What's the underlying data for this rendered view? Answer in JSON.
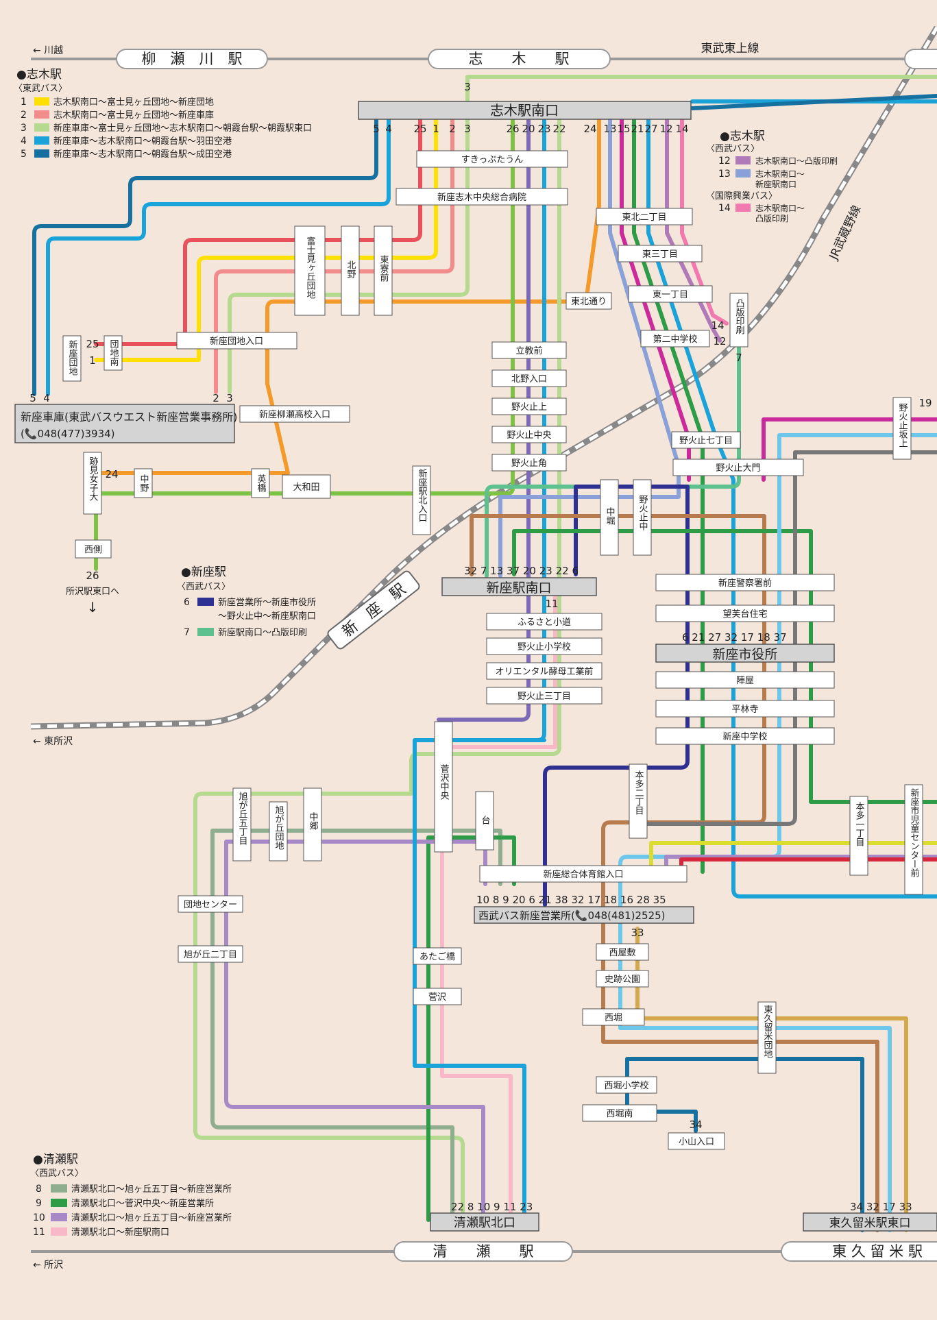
{
  "stations": {
    "yanasegawa": "柳　瀬　川　駅",
    "shiki": "志　　木　　駅",
    "kiyose": "清　　瀬　　駅",
    "higashikurume": "東 久 留 米 駅",
    "niiza": "新　座　駅"
  },
  "lines": {
    "tobu_tojo": "東武東上線",
    "jr_musashino": "JR武蔵野線"
  },
  "directions": {
    "kawagoe": "← 川越",
    "higashitokorozawa": "← 東所沢",
    "tokorozawa": "← 所沢",
    "tokorozawa_east": "所沢駅東口へ",
    "arrow_down": "↓"
  },
  "terminals": {
    "shiki_south": "志木駅南口",
    "niiza_south": "新座駅南口",
    "niiza_city_hall": "新座市役所",
    "niiza_garage": "新座車庫(東武バスウエスト新座営業事務所)",
    "niiza_garage_tel": "(📞048(477)3934)",
    "seibu_office": "西武バス新座営業所(📞048(481)2525)",
    "kiyose_north": "清瀬駅北口",
    "higashikurume_east": "東久留米駅東口"
  },
  "legend_shiki": {
    "title": "●志木駅",
    "operator": "〈東武バス〉",
    "items": [
      {
        "num": "1",
        "color": "#ffe000",
        "text": "志木駅南口～富士見ヶ丘団地～新座団地"
      },
      {
        "num": "2",
        "color": "#f28b8b",
        "text": "志木駅南口～富士見ヶ丘団地～新座車庫"
      },
      {
        "num": "3",
        "color": "#b5d98f",
        "text": "新座車庫～富士見ヶ丘団地～志木駅南口～朝霞台駅～朝霞駅東口"
      },
      {
        "num": "4",
        "color": "#1aa3d9",
        "text": "新座車庫～志木駅南口～朝霞台駅～羽田空港"
      },
      {
        "num": "5",
        "color": "#1670a0",
        "text": "新座車庫～志木駅南口～朝霞台駅～成田空港"
      }
    ]
  },
  "legend_shiki2": {
    "title": "●志木駅",
    "operator1": "〈西武バス〉",
    "operator2": "〈国際興業バス〉",
    "items": [
      {
        "num": "12",
        "color": "#b07ab8",
        "text": "志木駅南口～凸版印刷"
      },
      {
        "num": "13",
        "color": "#8aa0d8",
        "text": "志木駅南口～",
        "text2": "新座駅南口"
      },
      {
        "num": "14",
        "color": "#f07ab0",
        "text": "志木駅南口～",
        "text2": "凸版印刷"
      }
    ]
  },
  "legend_niiza": {
    "title": "●新座駅",
    "operator": "〈西武バス〉",
    "items": [
      {
        "num": "6",
        "color": "#2e3192",
        "text": "新座営業所～新座市役所",
        "text2": "～野火止中～新座駅南口"
      },
      {
        "num": "7",
        "color": "#5cc08f",
        "text": "新座駅南口～凸版印刷"
      }
    ]
  },
  "legend_kiyose": {
    "title": "●清瀬駅",
    "operator": "〈西武バス〉",
    "items": [
      {
        "num": "8",
        "color": "#8fae8f",
        "text": "清瀬駅北口～旭ヶ丘五丁目～新座営業所"
      },
      {
        "num": "9",
        "color": "#2e9b46",
        "text": "清瀬駅北口～菅沢中央～新座営業所"
      },
      {
        "num": "10",
        "color": "#a889c8",
        "text": "清瀬駅北口～旭ヶ丘五丁目～新座営業所"
      },
      {
        "num": "11",
        "color": "#f8b8c8",
        "text": "清瀬駅北口～新座駅南口"
      }
    ]
  },
  "route_numbers": {
    "shiki_south": [
      "5",
      "4",
      "25",
      "1",
      "2",
      "3",
      "26",
      "20",
      "23",
      "22",
      "24",
      "13",
      "15",
      "21",
      "27",
      "12",
      "14"
    ],
    "shiki_top": "3",
    "garage": [
      "5",
      "4"
    ],
    "garage_right": [
      "2",
      "3"
    ],
    "danchi": [
      "25",
      "1"
    ],
    "atomi": "24",
    "nishigawa": "26",
    "niiza_south": "32 7 13 37 20 23 22 6",
    "niiza_south_below": "11",
    "city_hall": "6 21   27   32 17 18 37",
    "seibu_office": "10 8  9 20 6 21 38    32 17 18 16 28 35",
    "kiyose": "22 8 10 9 11 23",
    "higashikurume": "34 32 17 33",
    "nishiyashiki": "33",
    "koyama": "34",
    "toppan_14": "14",
    "toppan_12": "12",
    "toppan_7": "7",
    "nobidome_19": "19"
  },
  "stops": {
    "sukippu": "すきっぷたうん",
    "hospital": "新座志木中央総合病院",
    "fujimi": "富士見ヶ丘団地",
    "kitano": "北野",
    "tokan": "東寮前",
    "niiza_danchi_entry": "新座団地入口",
    "niiza_danchi": "新座団地",
    "danchi_minami": "団地南",
    "yanase_hs": "新座柳瀬高校入口",
    "atomi": "跡見女子大",
    "nakano": "中野",
    "hanabashi": "英橋",
    "owada": "大和田",
    "nishigawa": "西側",
    "tohoku2": "東北二丁目",
    "higashi3": "東三丁目",
    "higashi1": "東一丁目",
    "tohoku_dori": "東北通り",
    "daini_chu": "第二中学校",
    "toppan": "凸版印刷",
    "rikkyo": "立教前",
    "kitano_iriguchi": "北野入口",
    "nobidome_ue": "野火止上",
    "nobidome_chuo": "野火止中央",
    "nobidome_kado": "野火止角",
    "niiza_north": "新座駅北入口",
    "nobidome7": "野火止七丁目",
    "nobidome_daimon": "野火止大門",
    "nobidome_sakaue": "野火止坂上",
    "nakabori": "中堀",
    "nobidome_chu": "野火止中",
    "police": "新座警察署前",
    "boshodai": "望芙台住宅",
    "furusato": "ふるさと小道",
    "nobidome_es": "野火止小学校",
    "oriental": "オリエンタル酵母工業前",
    "nobidome3": "野火止三丁目",
    "jinya": "陣屋",
    "heirinji": "平林寺",
    "niiza_jhs": "新座中学校",
    "sugesawa_chuo": "菅沢中央",
    "dai": "台",
    "asahi5": "旭が丘五丁目",
    "asahi_danchi": "旭が丘団地",
    "nakago": "中郷",
    "hon2_a": "本多二丁目",
    "hon1": "本多一丁目",
    "jido": "新座市児童センター前",
    "gym": "新座総合体育館入口",
    "danchi_center": "団地センター",
    "asahi2": "旭が丘二丁目",
    "atago": "あたご橋",
    "sugesawa": "菅沢",
    "nishiyashiki": "西屋敷",
    "shiseki": "史跡公園",
    "nishibori": "西堀",
    "higashikurume_danchi": "東久留米団地",
    "nishibori_es": "西堀小学校",
    "nishibori_minami": "西堀南",
    "koyama": "小山入口"
  },
  "colors": {
    "background": "#f5e6dc",
    "rail": "#9a9a9a",
    "terminal_fill": "#d4d4d4"
  }
}
